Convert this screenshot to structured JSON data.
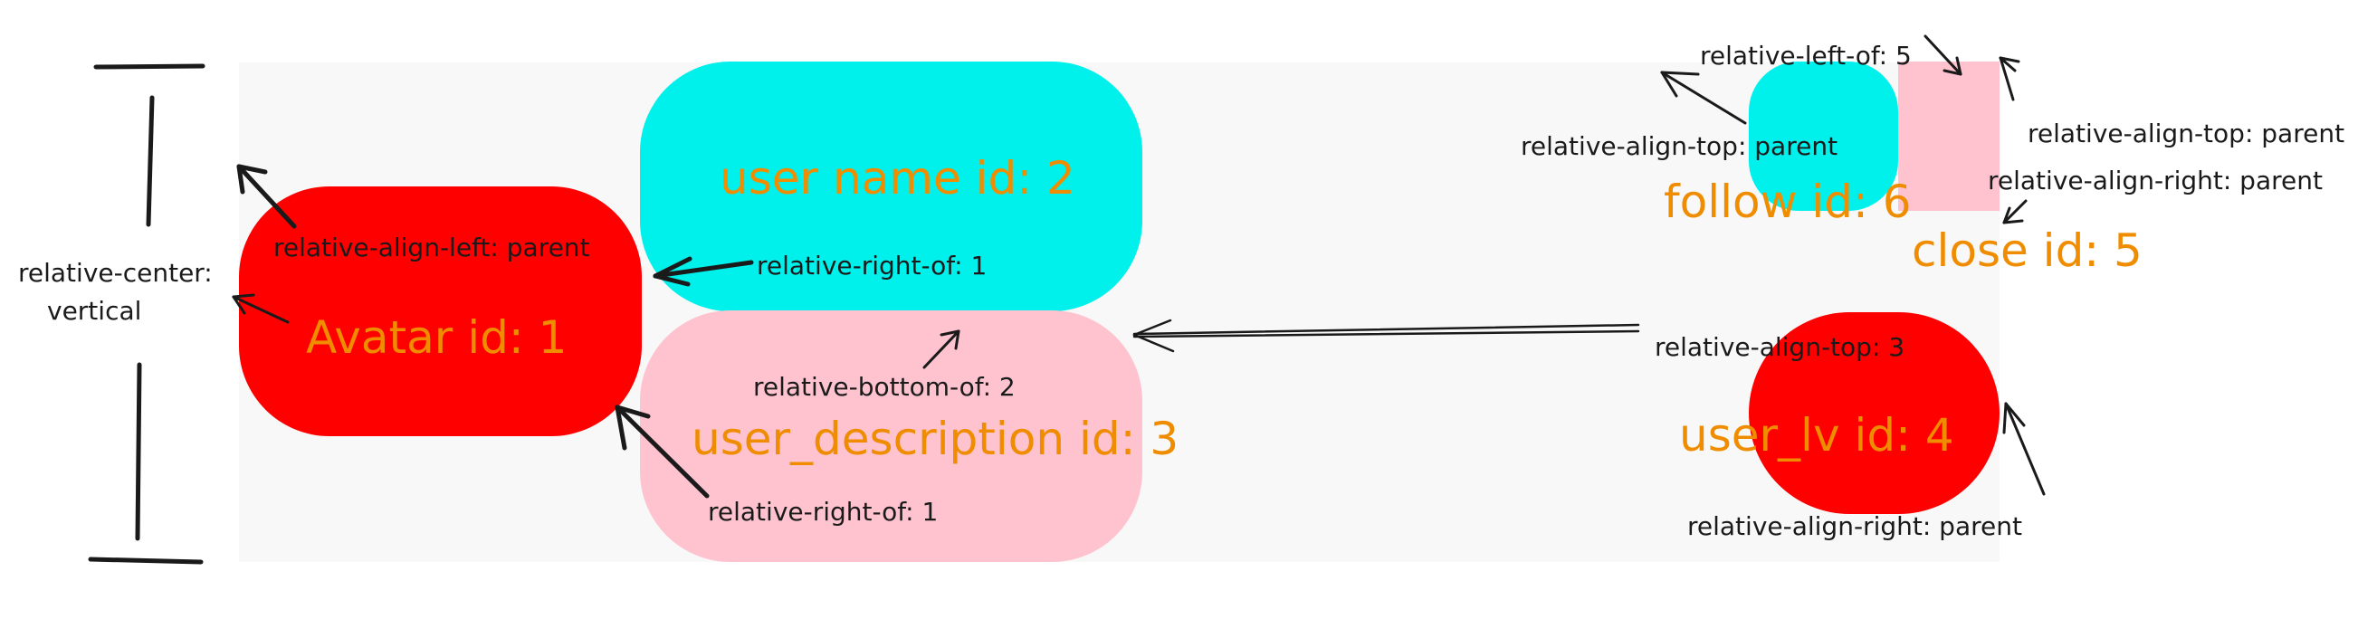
{
  "colors": {
    "container": "#f8f8f8",
    "red": "#ff0000",
    "cyan": "#00f0ec",
    "pink": "#ffc3d0",
    "label": "#f08c00",
    "ink": "#1a1a1a"
  },
  "boxes": {
    "avatar": {
      "label": "Avatar id: 1",
      "color": "red"
    },
    "user_name": {
      "label": "user name id: 2",
      "color": "cyan"
    },
    "user_description": {
      "label": "user_description id: 3",
      "color": "pink"
    },
    "user_lv": {
      "label": "user_lv id: 4",
      "color": "red"
    },
    "close": {
      "label": "close id: 5",
      "color": "pink"
    },
    "follow": {
      "label": "follow id: 6",
      "color": "cyan"
    }
  },
  "annotations": {
    "center_vertical_1": "relative-center:",
    "center_vertical_2": "vertical",
    "avatar_align_left": "relative-align-left: parent",
    "name_right_of": "relative-right-of: 1",
    "desc_bottom_of": "relative-bottom-of: 2",
    "desc_right_of": "relative-right-of: 1",
    "follow_left_of": "relative-left-of: 5",
    "follow_align_top": "relative-align-top: parent",
    "close_align_top": "relative-align-top: parent",
    "close_align_right": "relative-align-right: parent",
    "lv_align_top": "relative-align-top: 3",
    "lv_align_right": "relative-align-right: parent"
  }
}
